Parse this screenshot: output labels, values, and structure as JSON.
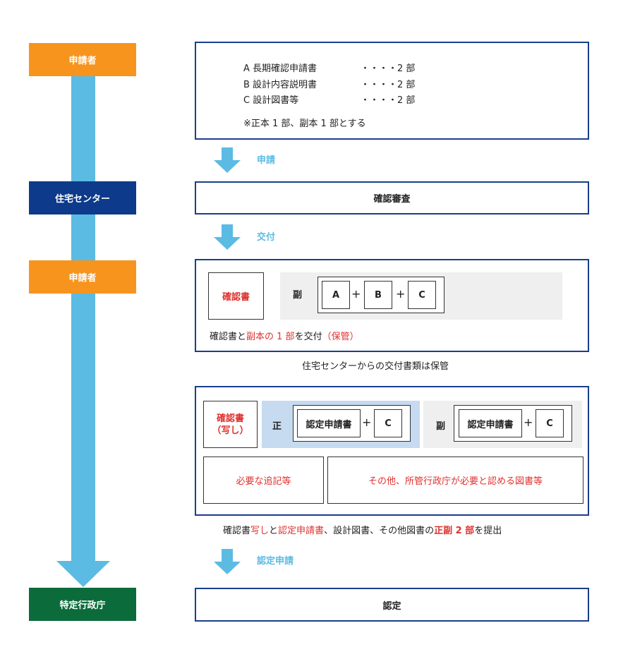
{
  "actors": {
    "applicant_1": "申請者",
    "center": "住宅センター",
    "applicant_2": "申請者",
    "authority": "特定行政庁"
  },
  "panel1": {
    "lines": [
      {
        "item": "A 長期確認申請書",
        "qty": "・・・・2 部"
      },
      {
        "item": "B 設計内容説明書",
        "qty": "・・・・2 部"
      },
      {
        "item": "C 設計図書等",
        "qty": "・・・・2 部"
      }
    ],
    "note": "※正本 1 部、副本 1 部とする"
  },
  "step1_label": "申請",
  "panel2_text": "確認審査",
  "step2_label": "交付",
  "panel3": {
    "cert": "確認書",
    "sub_label": "副",
    "doc_a": "A",
    "doc_b": "B",
    "doc_c": "C",
    "plus1": "+",
    "plus2": "+",
    "caption_part1": "確認書と",
    "caption_part2": "副本の 1 部",
    "caption_part3": "を交付",
    "caption_part4": "（保管）"
  },
  "note_between": "住宅センターからの交付書類は保管",
  "panel4": {
    "cert_copy_line1": "確認書",
    "cert_copy_line2": "（写し）",
    "main_label": "正",
    "sub_label": "副",
    "main_doc": "認定申請書",
    "main_c": "C",
    "sub_doc": "認定申請書",
    "sub_c": "C",
    "plus1": "+",
    "plus2": "+",
    "box_required": "必要な追記等",
    "box_other": "その他、所管行政庁が必要と認める図書等"
  },
  "caption2": {
    "p1": "確認書",
    "p2": "写し",
    "p3": "と",
    "p4": "認定申請書",
    "p5": "、設計図書、その他図書の",
    "p6": "正副 2 部",
    "p7": "を提出"
  },
  "step3_label": "認定申請",
  "panel5_text": "認定",
  "colors": {
    "applicant": "#f7941d",
    "center": "#0d3a8a",
    "authority": "#0b6b3a",
    "flow_arrow": "#5bbbe3",
    "panel_border": "#1a3e8c",
    "accent_red": "#e0312e",
    "highlight_blue": "#c6daf0",
    "highlight_gray": "#efefef"
  }
}
